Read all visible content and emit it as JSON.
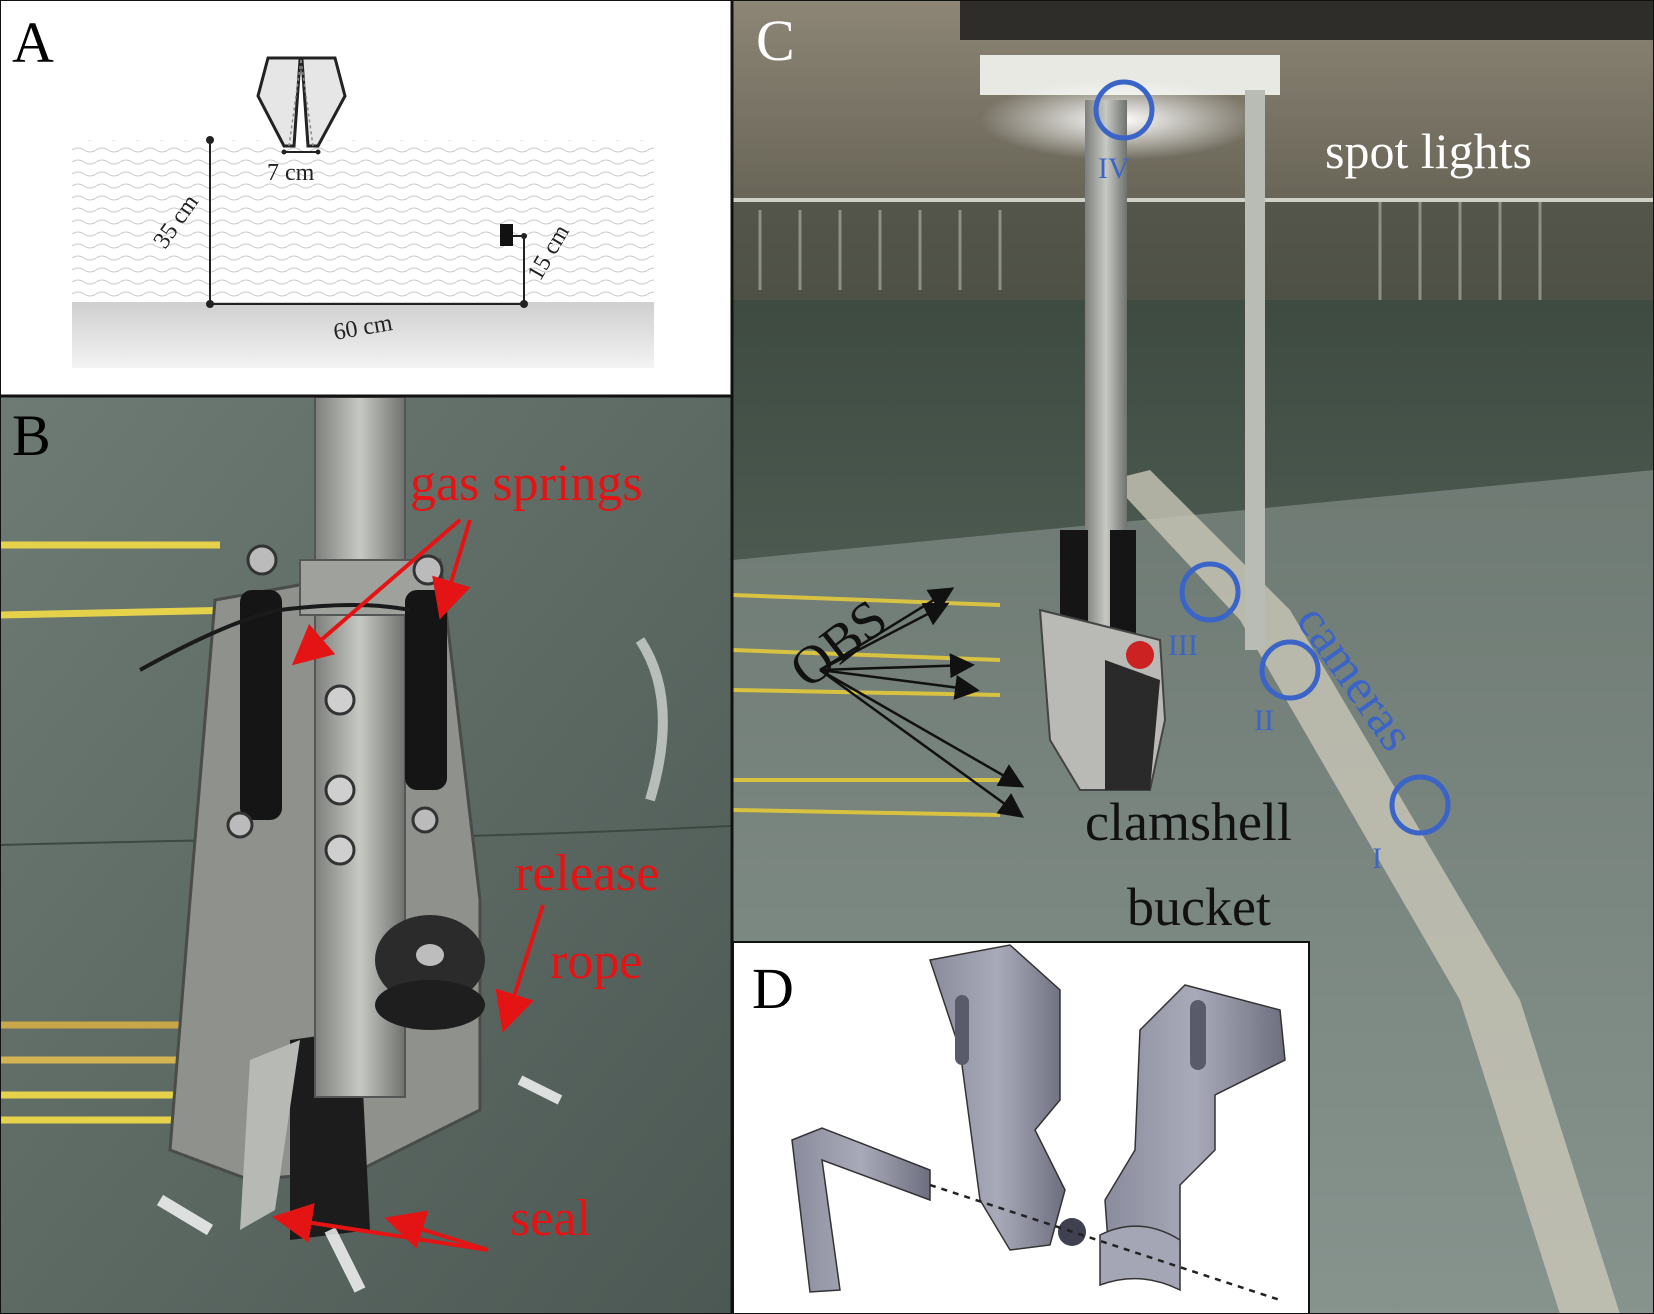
{
  "panels": {
    "A": {
      "label": "A",
      "dims": {
        "opening": "7 cm",
        "depth": "35 cm",
        "distance": "60 cm",
        "sensor_height": "15 cm"
      }
    },
    "B": {
      "label": "B",
      "annotations": {
        "gas_springs": "gas springs",
        "release": "release",
        "rope": "rope",
        "seal": "seal"
      }
    },
    "C": {
      "label": "C",
      "annotations": {
        "spot_lights": "spot lights",
        "obs": "OBS",
        "clamshell": "clamshell",
        "bucket": "bucket",
        "cameras": "cameras",
        "cam_labels": [
          "I",
          "II",
          "III",
          "IV"
        ]
      }
    },
    "D": {
      "label": "D"
    }
  },
  "colors": {
    "annotation_red": "#e41414",
    "annotation_blue": "#3a64c8",
    "water": "#5d6a62",
    "background": "#ffffff"
  }
}
